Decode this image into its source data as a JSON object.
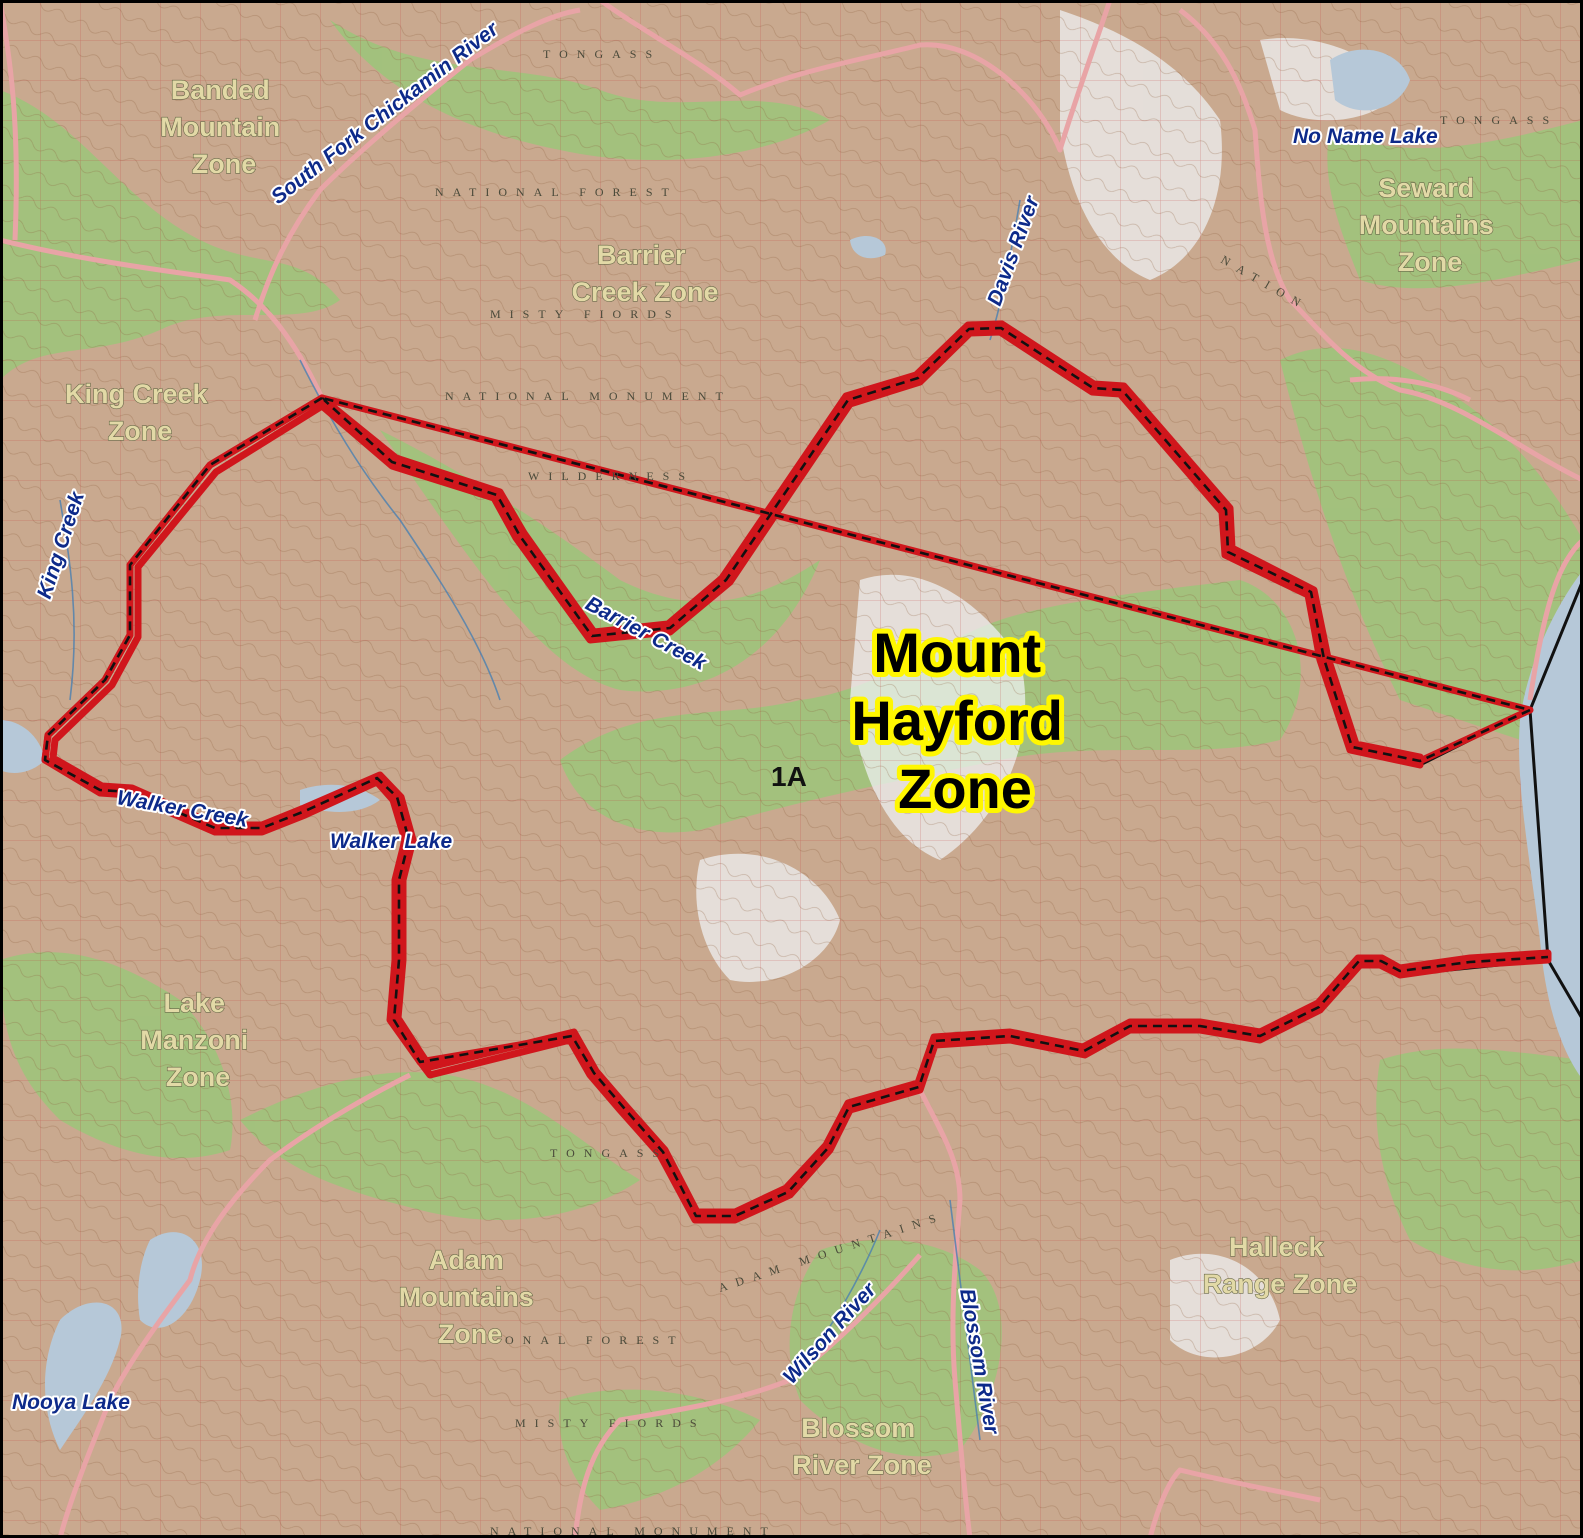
{
  "map": {
    "main_zone": {
      "name_lines": [
        "Mount",
        "Hayford",
        "Zone"
      ],
      "code": "1A"
    },
    "zones": [
      {
        "id": "banded",
        "lines": [
          "Banded",
          "Mountain",
          "Zone"
        ]
      },
      {
        "id": "barrier",
        "lines": [
          "Barrier",
          "Creek Zone"
        ]
      },
      {
        "id": "seward",
        "lines": [
          "Seward",
          "Mountains",
          "Zone"
        ]
      },
      {
        "id": "king",
        "lines": [
          "King Creek",
          "Zone"
        ]
      },
      {
        "id": "manzoni",
        "lines": [
          "Lake",
          "Manzoni",
          "Zone"
        ]
      },
      {
        "id": "adam",
        "lines": [
          "Adam",
          "Mountains",
          "Zone"
        ]
      },
      {
        "id": "halleck",
        "lines": [
          "Halleck",
          "Range Zone"
        ]
      },
      {
        "id": "blossom",
        "lines": [
          "Blossom",
          "River Zone"
        ]
      }
    ],
    "water_features": [
      {
        "id": "south-fork-chickamin-river",
        "name": "South Fork Chickamin River"
      },
      {
        "id": "davis-river",
        "name": "Davis River"
      },
      {
        "id": "no-name-lake",
        "name": "No Name Lake"
      },
      {
        "id": "king-creek",
        "name": "King Creek"
      },
      {
        "id": "barrier-creek",
        "name": "Barrier Creek"
      },
      {
        "id": "walker-creek",
        "name": "Walker Creek"
      },
      {
        "id": "walker-lake",
        "name": "Walker Lake"
      },
      {
        "id": "wilson-river",
        "name": "Wilson River"
      },
      {
        "id": "blossom-river",
        "name": "Blossom River"
      },
      {
        "id": "nooya-lake",
        "name": "Nooya Lake"
      }
    ],
    "base_map_labels": {
      "tongass_1": "TONGASS",
      "tongass_2": "TONGASS",
      "tongass_3": "TONGASS",
      "national_forest_1": "NATIONAL FOREST",
      "national_forest_2": "ONAL FOREST",
      "misty_fiords_1": "MISTY FIORDS",
      "misty_fiords_2": "MISTY FIORDS",
      "national_monument_1": "NATIONAL MONUMENT",
      "national_monument_2": "NATIONAL MONUMENT",
      "wilderness": "WILDERNESS",
      "adam_mountains": "ADAM MOUNTAINS",
      "nation": "NATION"
    },
    "colors": {
      "boundary": "#d0161c",
      "zone_line": "#e8a4a6",
      "water": "#b6c8d8",
      "terrain": "#c9a98f",
      "vegetation": "#9cc67a",
      "main_label_halo": "#fff700",
      "zone_label": "#e2d9a6",
      "water_label": "#0d2a8a"
    }
  }
}
